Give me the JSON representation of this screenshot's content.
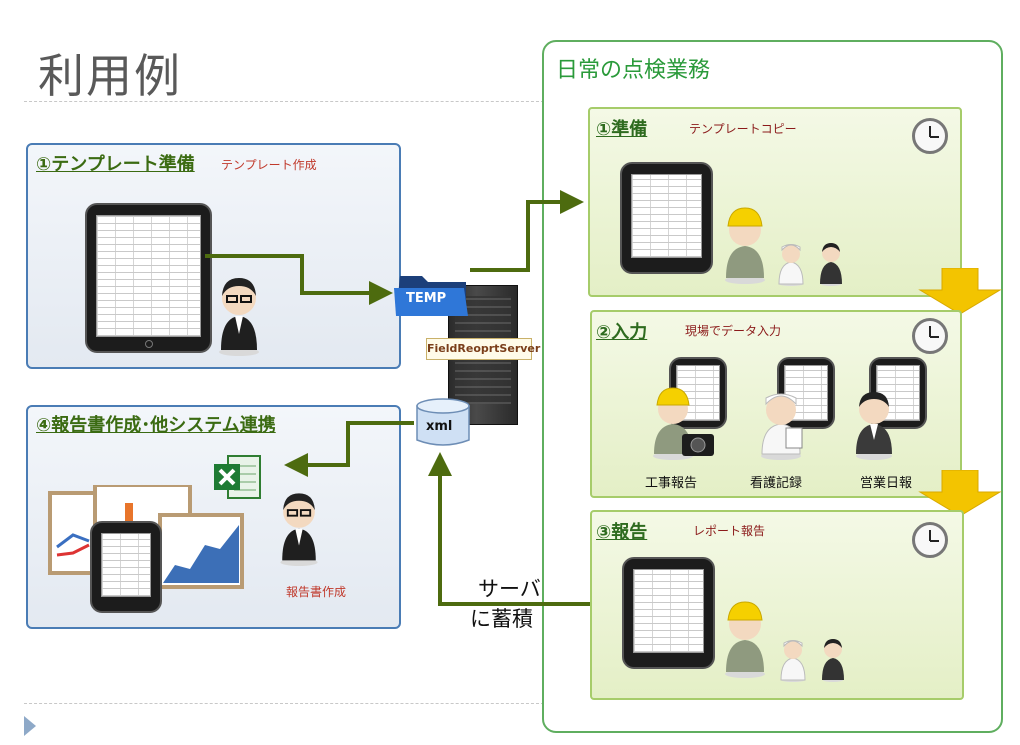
{
  "title": "利用例",
  "left": {
    "template_panel": {
      "heading": "①テンプレート準備",
      "sub": "テンプレート作成"
    },
    "report_panel": {
      "heading": "④報告書作成･他システム連携",
      "caption": "報告書作成"
    }
  },
  "server": {
    "folder_label": "TEMP",
    "server_label": "FieldReoprtServer",
    "db_label": "xml",
    "caption_line1": "サーバ",
    "caption_line2": "に蓄積"
  },
  "right": {
    "heading": "日常の点検業務",
    "steps": [
      {
        "heading": "①準備",
        "sub": "テンプレートコピー"
      },
      {
        "heading": "②入力",
        "sub": "現場でデータ入力",
        "roles": [
          "工事報告",
          "看護記録",
          "営業日報"
        ]
      },
      {
        "heading": "③報告",
        "sub": "レポート報告"
      }
    ]
  },
  "colors": {
    "arrow": "#4d6b0f",
    "blue_border": "#4a7cb5",
    "green_border": "#5fae5f",
    "down_arrow": "#f3c400"
  }
}
